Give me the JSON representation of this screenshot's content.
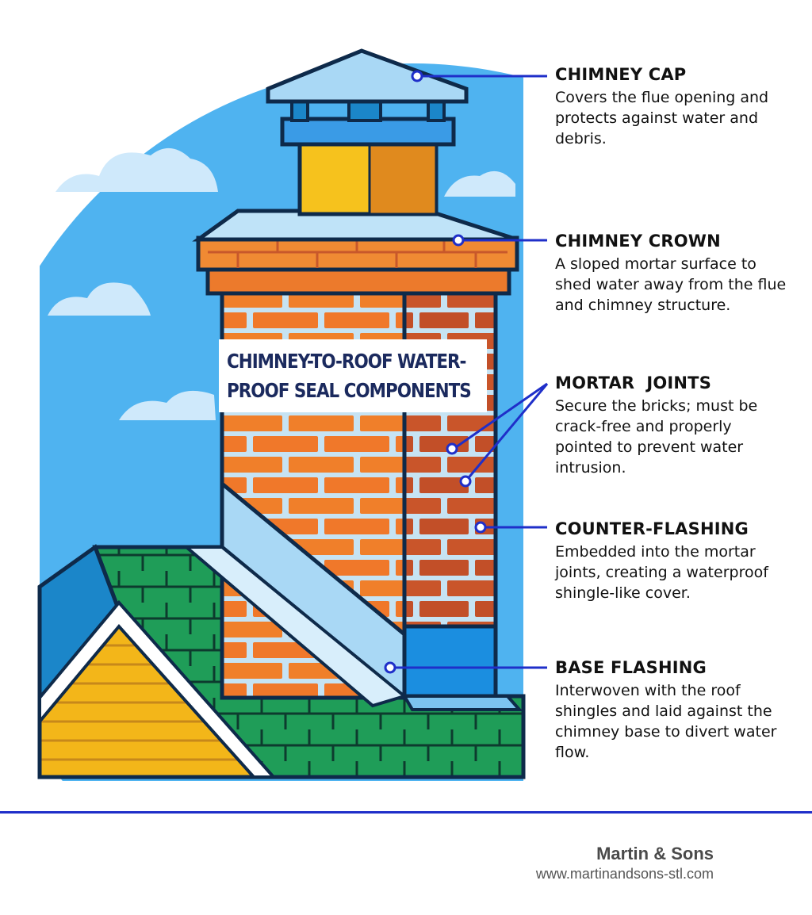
{
  "diagram": {
    "title_lines": [
      "CHIMNEY-TO-ROOF WATER-",
      "PROOF SEAL COMPONENTS"
    ]
  },
  "callouts": [
    {
      "heading": "CHIMNEY CAP",
      "text": "Covers the flue opening and protects against water and debris."
    },
    {
      "heading": "CHIMNEY CROWN",
      "text": "A sloped mortar surface to shed water away from the flue and chimney structure."
    },
    {
      "heading": "MORTAR  JOINTS",
      "text": "Secure the bricks; must be crack-free and properly pointed to prevent water intrusion."
    },
    {
      "heading": "COUNTER-FLASHING",
      "text": "Embedded into the mortar joints, creating a waterproof shingle-like cover."
    },
    {
      "heading": "BASE FLASHING",
      "text": "Interwoven with the roof shingles and laid against the chimney base to divert water flow."
    }
  ],
  "footer": {
    "brand_name": "Martin & Sons",
    "brand_url": "www.martinandsons-stl.com"
  },
  "colors": {
    "sky": "#4fb3f0",
    "brick": "#ee7f2e",
    "brick_shadow": "#c8582b",
    "flashing": "#a9d8f5",
    "shingle": "#1e9e57",
    "gable": "#f6c21d",
    "leader": "#1f2fc9"
  }
}
